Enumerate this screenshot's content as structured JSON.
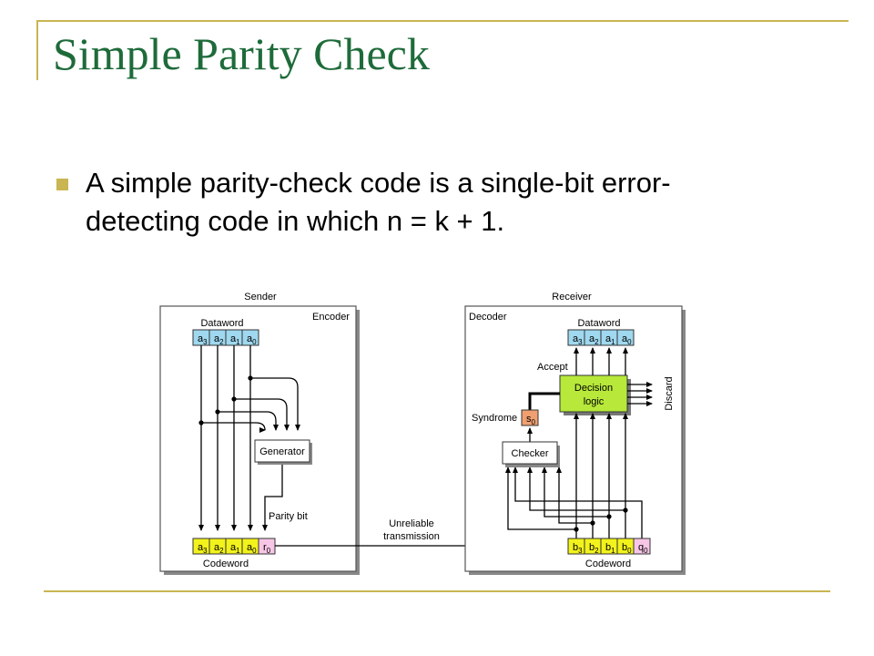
{
  "slide": {
    "title": "Simple Parity Check",
    "bullet": "A simple parity-check code is a single-bit error-detecting code in which n = k + 1."
  },
  "colors": {
    "title": "#1e6b3a",
    "accent": "#c9b552",
    "dataword_cell": "#9fd8ef",
    "codeword_cell": "#f2f21c",
    "parity_cell": "#f7c6e6",
    "syndrome_cell": "#f0a070",
    "decision_box": "#b7e83a"
  },
  "diagram": {
    "sender": {
      "label": "Sender",
      "encoder_label": "Encoder",
      "dataword_label": "Dataword",
      "dataword_bits": [
        [
          "a",
          "3"
        ],
        [
          "a",
          "2"
        ],
        [
          "a",
          "1"
        ],
        [
          "a",
          "0"
        ]
      ],
      "generator_label": "Generator",
      "parity_label": "Parity bit",
      "codeword_label": "Codeword",
      "codeword_bits": [
        [
          "a",
          "3"
        ],
        [
          "a",
          "2"
        ],
        [
          "a",
          "1"
        ],
        [
          "a",
          "0"
        ],
        [
          "r",
          "0"
        ]
      ]
    },
    "channel": {
      "line1": "Unreliable",
      "line2": "transmission"
    },
    "receiver": {
      "label": "Receiver",
      "decoder_label": "Decoder",
      "dataword_label": "Dataword",
      "dataword_bits": [
        [
          "a",
          "3"
        ],
        [
          "a",
          "2"
        ],
        [
          "a",
          "1"
        ],
        [
          "a",
          "0"
        ]
      ],
      "accept_label": "Accept",
      "decision_line1": "Decision",
      "decision_line2": "logic",
      "discard_label": "Discard",
      "syndrome_label": "Syndrome",
      "syndrome_bit": [
        "s",
        "0"
      ],
      "checker_label": "Checker",
      "codeword_label": "Codeword",
      "codeword_bits": [
        [
          "b",
          "3"
        ],
        [
          "b",
          "2"
        ],
        [
          "b",
          "1"
        ],
        [
          "b",
          "0"
        ],
        [
          "q",
          "0"
        ]
      ]
    }
  }
}
